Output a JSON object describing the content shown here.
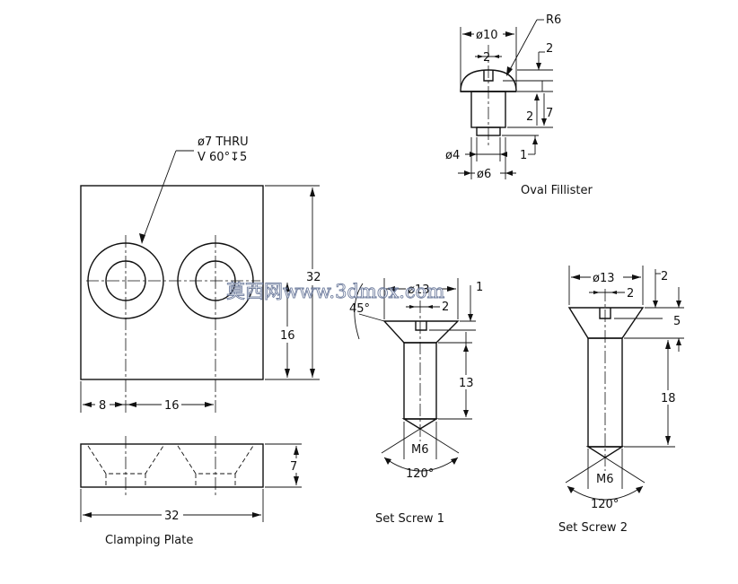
{
  "clamping_plate": {
    "hole_callout_line1": "ø7 THRU",
    "hole_callout_line2": "V 60°↧5",
    "dim_height": "32",
    "dim_hole_height": "16",
    "dim_edge_to_hole": "8",
    "dim_hole_spacing": "16",
    "dim_thickness": "7",
    "dim_width": "32",
    "caption": "Clamping Plate"
  },
  "oval_fillister": {
    "dim_head_dia": "ø10",
    "dim_radius": "R6",
    "dim_slot_width": "2",
    "dim_slot_depth": "2",
    "dim_head_height": "2",
    "dim_shank_length": "7",
    "dim_tip_length": "1",
    "dim_tip_dia": "ø4",
    "dim_shank_dia": "ø6",
    "caption": "Oval Fillister"
  },
  "set_screw_1": {
    "dim_head_dia": "ø13",
    "dim_slot_width": "2",
    "dim_slot_depth": "1",
    "dim_angle": "45°",
    "dim_body_length": "13",
    "dim_thread": "M6",
    "dim_point_angle": "120°",
    "caption": "Set Screw 1"
  },
  "set_screw_2": {
    "dim_head_dia": "ø13",
    "dim_slot_width": "2",
    "dim_slot_depth": "2",
    "dim_head_height": "5",
    "dim_body_length": "18",
    "dim_thread": "M6",
    "dim_point_angle": "120°",
    "caption": "Set Screw 2"
  },
  "watermark": "莫西网www.3dmox.com"
}
